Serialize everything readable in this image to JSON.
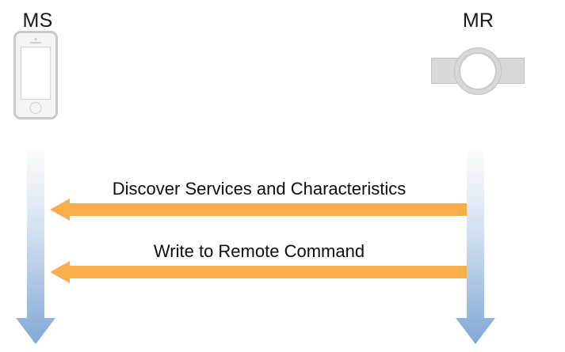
{
  "diagram": {
    "type": "sequence-diagram",
    "background_color": "#ffffff",
    "participants": [
      {
        "id": "ms",
        "label": "MS",
        "icon": "smartphone-icon",
        "lifeline_icon": "down-arrow-icon"
      },
      {
        "id": "mr",
        "label": "MR",
        "icon": "smartwatch-icon",
        "lifeline_icon": "down-arrow-icon"
      }
    ],
    "messages": [
      {
        "index": 1,
        "label": "Discover Services and Characteristics",
        "direction": "right-to-left",
        "from": "MR",
        "to": "MS",
        "arrow_icon": "left-arrow-icon"
      },
      {
        "index": 2,
        "label": "Write to Remote Command",
        "direction": "right-to-left",
        "from": "MR",
        "to": "MS",
        "arrow_icon": "left-arrow-icon"
      }
    ],
    "colors": {
      "message_arrow": "#F9AD4D",
      "lifeline_top": "#FBFCFE",
      "lifeline_bottom": "#80A9D7",
      "device_outline": "#C6C6C6",
      "device_fill": "#D8D8D8",
      "label_text": "#1a1a1a"
    }
  }
}
